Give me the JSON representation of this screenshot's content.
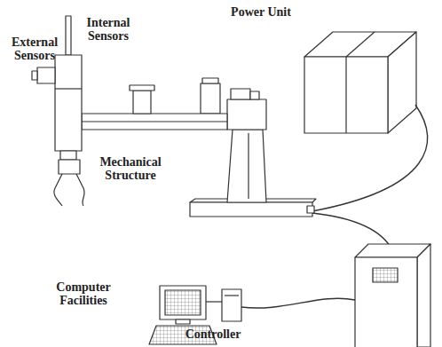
{
  "diagram": {
    "labels": [
      "Power Unit",
      "Internal Sensors",
      "External Sensors",
      "Mechanical Structure",
      "Computer Facilities",
      "Controller"
    ]
  }
}
